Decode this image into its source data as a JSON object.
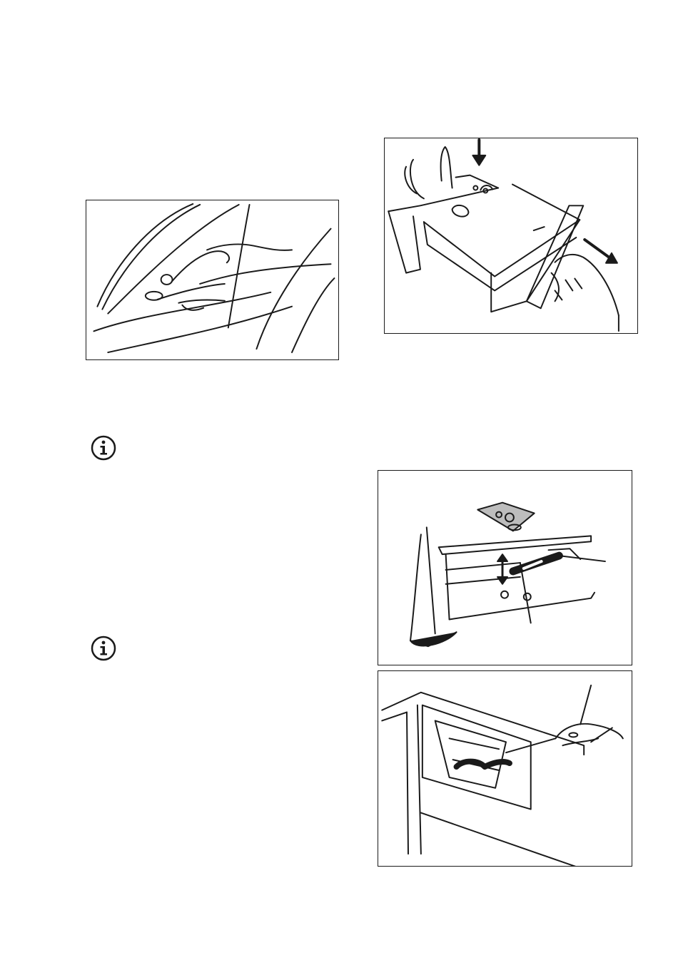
{
  "figures": [
    {
      "id": "drum",
      "illustration": "hand-cleaning-drum-seal"
    },
    {
      "id": "drawer-release",
      "illustration": "finger-pressing-release-lever-pulling-drawer"
    },
    {
      "id": "siphon",
      "illustration": "brush-cleaning-softener-cap"
    },
    {
      "id": "recess",
      "illustration": "brush-cleaning-drawer-recess"
    }
  ],
  "icons": {
    "info": "info-icon"
  },
  "colors": {
    "line": "#1a1a1a",
    "background": "#ffffff"
  }
}
